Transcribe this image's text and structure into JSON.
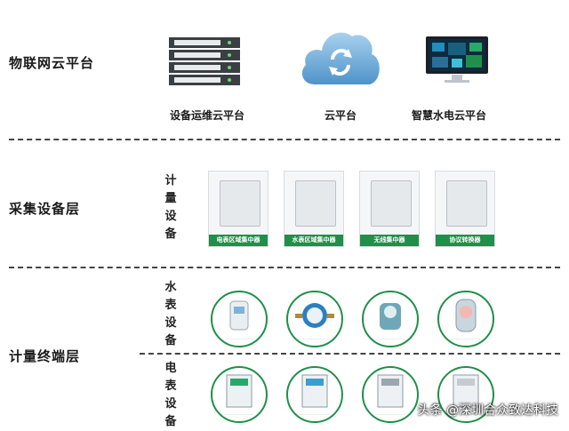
{
  "layers": {
    "cloud": "物联网云平台",
    "collect": "采集设备层",
    "terminal": "计量终端层"
  },
  "cloud_items": [
    "设备运维云平台",
    "云平台",
    "智慧水电云平台"
  ],
  "collect_group": "计量设备",
  "collect_cards": [
    "电表区域集中器",
    "水表区域集中器",
    "无线集中器",
    "协议转换器"
  ],
  "terminal_groups": [
    "水表设备",
    "电表设备"
  ],
  "circle_caption": "……………………………",
  "watermark": "头条 @深圳合众致达科技",
  "colors": {
    "accent": "#1f8f4a",
    "cloud": "#6aa9d8"
  },
  "icons": [
    "server-rack-icon",
    "cloud-sync-icon",
    "monitor-dashboard-icon"
  ]
}
